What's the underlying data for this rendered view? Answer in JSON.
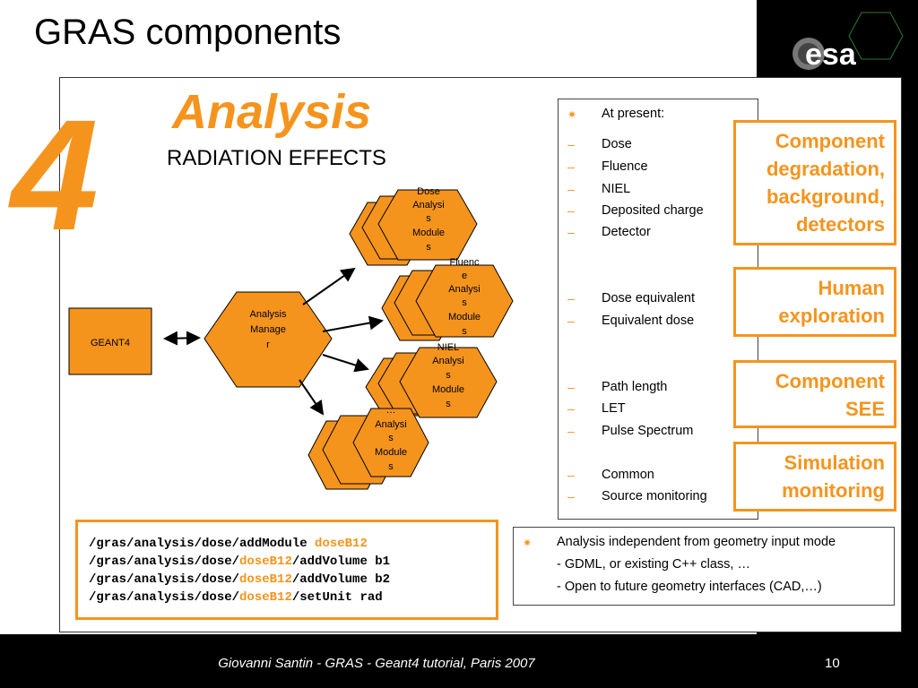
{
  "slide": {
    "title": "GRAS components",
    "section_number": "4",
    "heading": "Analysis",
    "subheading": "RADIATION EFFECTS"
  },
  "brand": {
    "logo_text": "esa",
    "accent_color": "#f5941d"
  },
  "diagram": {
    "geant4_label": "GEANT4",
    "manager_lines": [
      "Analysis",
      "Manage",
      "r"
    ],
    "modules": [
      {
        "lines": [
          "Dose",
          "Analysi",
          "s",
          "Module",
          "s"
        ]
      },
      {
        "lines": [
          "Fluenc",
          "e",
          "Analysi",
          "s",
          "Module",
          "s"
        ]
      },
      {
        "lines": [
          "NIEL",
          "Analysi",
          "s",
          "Module",
          "s"
        ]
      },
      {
        "lines": [
          "…",
          "Analysi",
          "s",
          "Module",
          "s"
        ]
      }
    ]
  },
  "bullets": {
    "header": "At present:",
    "groups": [
      [
        "Dose",
        "Fluence",
        "NIEL",
        "Deposited charge",
        "Detector"
      ],
      [
        "Dose equivalent",
        "Equivalent dose"
      ],
      [
        "Path length",
        "LET",
        "Pulse Spectrum"
      ],
      [
        "Common",
        "Source monitoring"
      ]
    ]
  },
  "applications": [
    {
      "lines": [
        "Component",
        "degradation,",
        "background,",
        "detectors"
      ]
    },
    {
      "lines": [
        "Human",
        "exploration"
      ]
    },
    {
      "lines": [
        "Component",
        "SEE"
      ]
    },
    {
      "lines": [
        "Simulation",
        "monitoring"
      ]
    }
  ],
  "commands": [
    {
      "pre": "/gras/analysis/dose/addModule ",
      "hl": "doseB12",
      "post": ""
    },
    {
      "pre": "/gras/analysis/dose/",
      "hl": "doseB12",
      "post": "/addVolume b1"
    },
    {
      "pre": "/gras/analysis/dose/",
      "hl": "doseB12",
      "post": "/addVolume b2"
    },
    {
      "pre": "/gras/analysis/dose/",
      "hl": "doseB12",
      "post": "/setUnit rad"
    }
  ],
  "note": {
    "bullet": "Analysis independent from geometry input mode",
    "lines": [
      "- GDML, or existing C++ class, …",
      "- Open to future geometry interfaces (CAD,…)"
    ]
  },
  "footer": {
    "text": "Giovanni Santin  -  GRAS  -  Geant4 tutorial, Paris 2007",
    "page": "10"
  }
}
